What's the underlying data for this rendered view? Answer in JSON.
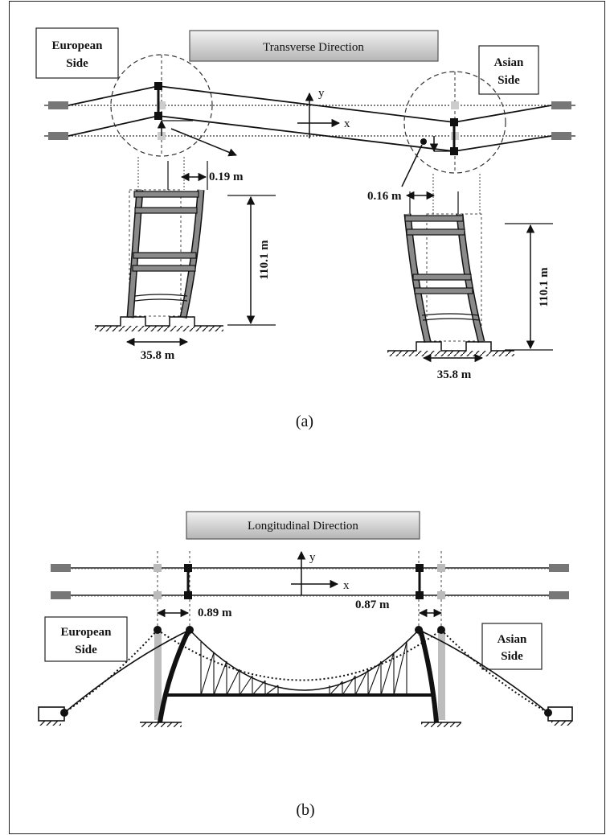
{
  "panel_a": {
    "title": "Transverse Direction",
    "european_side": [
      "European",
      "Side"
    ],
    "asian_side": [
      "Asian",
      "Side"
    ],
    "axis_y": "y",
    "axis_x": "x",
    "european_offset": "0.19 m",
    "asian_offset": "0.16 m",
    "european_height": "110.1 m",
    "asian_height": "110.1 m",
    "european_width": "35.8 m",
    "asian_width": "35.8 m",
    "caption": "(a)"
  },
  "panel_b": {
    "title": "Longitudinal Direction",
    "european_side": [
      "European",
      "Side"
    ],
    "asian_side": [
      "Asian",
      "Side"
    ],
    "axis_y": "y",
    "axis_x": "x",
    "european_offset": "0.89 m",
    "asian_offset": "0.87 m",
    "caption": "(b)"
  },
  "colors": {
    "line": "#111111",
    "tower_gray": "#8a8a8a",
    "light_gray": "#bdbdbd",
    "title_fill": "#d9d9d9"
  }
}
